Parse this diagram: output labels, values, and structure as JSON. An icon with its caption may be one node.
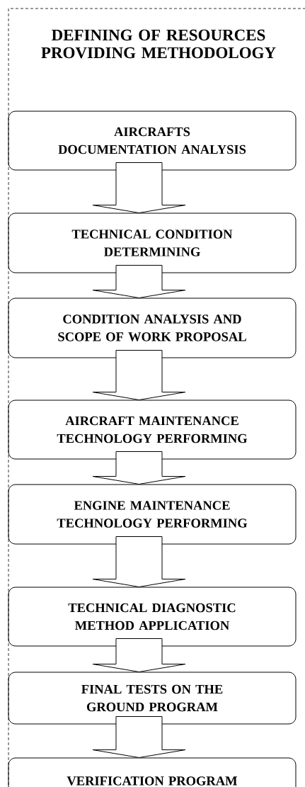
{
  "diagram": {
    "title": "DEFINING OF RESOURCES PROVIDING METHODOLOGY",
    "nodes": [
      {
        "text": [
          "AIRCRAFTS DOCUMENTATION ANALYSIS"
        ]
      },
      {
        "text": [
          "TECHNICAL CONDITION DETERMINING"
        ]
      },
      {
        "text": [
          "CONDITION ANALYSIS AND SCOPE OF WORK PROPOSAL"
        ]
      },
      {
        "text": [
          "AIRCRAFT MAINTENANCE TECHNOLOGY PERFORMING"
        ]
      },
      {
        "text": [
          "ENGINE MAINTENANCE TECHNOLOGY PERFORMING"
        ]
      },
      {
        "text": [
          "TECHNICAL DIAGNOSTIC METHOD APPLICATION"
        ]
      },
      {
        "text": [
          "FINAL TESTS ON THE GROUND PROGRAM"
        ]
      },
      {
        "text": [
          "VERIFICATION PROGRAM"
        ]
      }
    ],
    "edges": [
      {
        "from": 0,
        "to": 1,
        "arrow": "to"
      },
      {
        "from": 1,
        "to": 2,
        "arrow": "to"
      },
      {
        "from": 2,
        "to": 3,
        "arrow": "to"
      },
      {
        "from": 3,
        "to": 4,
        "arrow": "to"
      },
      {
        "from": 4,
        "to": 5,
        "arrow": "to"
      },
      {
        "from": 5,
        "to": 6,
        "arrow": "to"
      },
      {
        "from": 6,
        "to": 7,
        "arrow": "to"
      }
    ]
  }
}
